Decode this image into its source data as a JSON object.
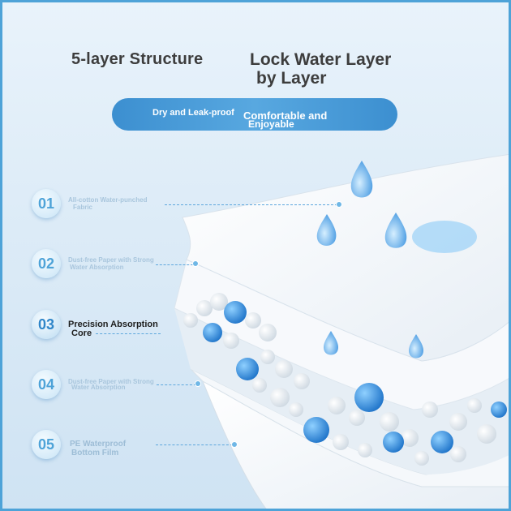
{
  "header": {
    "left_title": "5-layer Structure",
    "right_title_line1": "Lock Water Layer",
    "right_title_line2": "by Layer"
  },
  "banner": {
    "left_text": "Dry and Leak-proof",
    "right_text_line1": "Comfortable and",
    "right_text_line2": "Enjoyable"
  },
  "layers": [
    {
      "number": "01",
      "label_line1": "All-cotton Water-punched",
      "label_line2": "Fabric"
    },
    {
      "number": "02",
      "label_line1": "Dust-free Paper with Strong",
      "label_line2": "Water Absorption"
    },
    {
      "number": "03",
      "label_line1": "Precision Absorption",
      "label_line2": "Core"
    },
    {
      "number": "04",
      "label_line1": "Dust-free Paper with Strong",
      "label_line2": "Water Absorption"
    },
    {
      "number": "05",
      "label_line1": "PE Waterproof",
      "label_line2": "Bottom Film"
    }
  ],
  "colors": {
    "accent": "#4ea3d8",
    "banner": "#4a9bd8",
    "title_text": "#3d3d3d",
    "water_drop": "#5aa8e6"
  },
  "icons": [
    "water-drop-icon"
  ]
}
